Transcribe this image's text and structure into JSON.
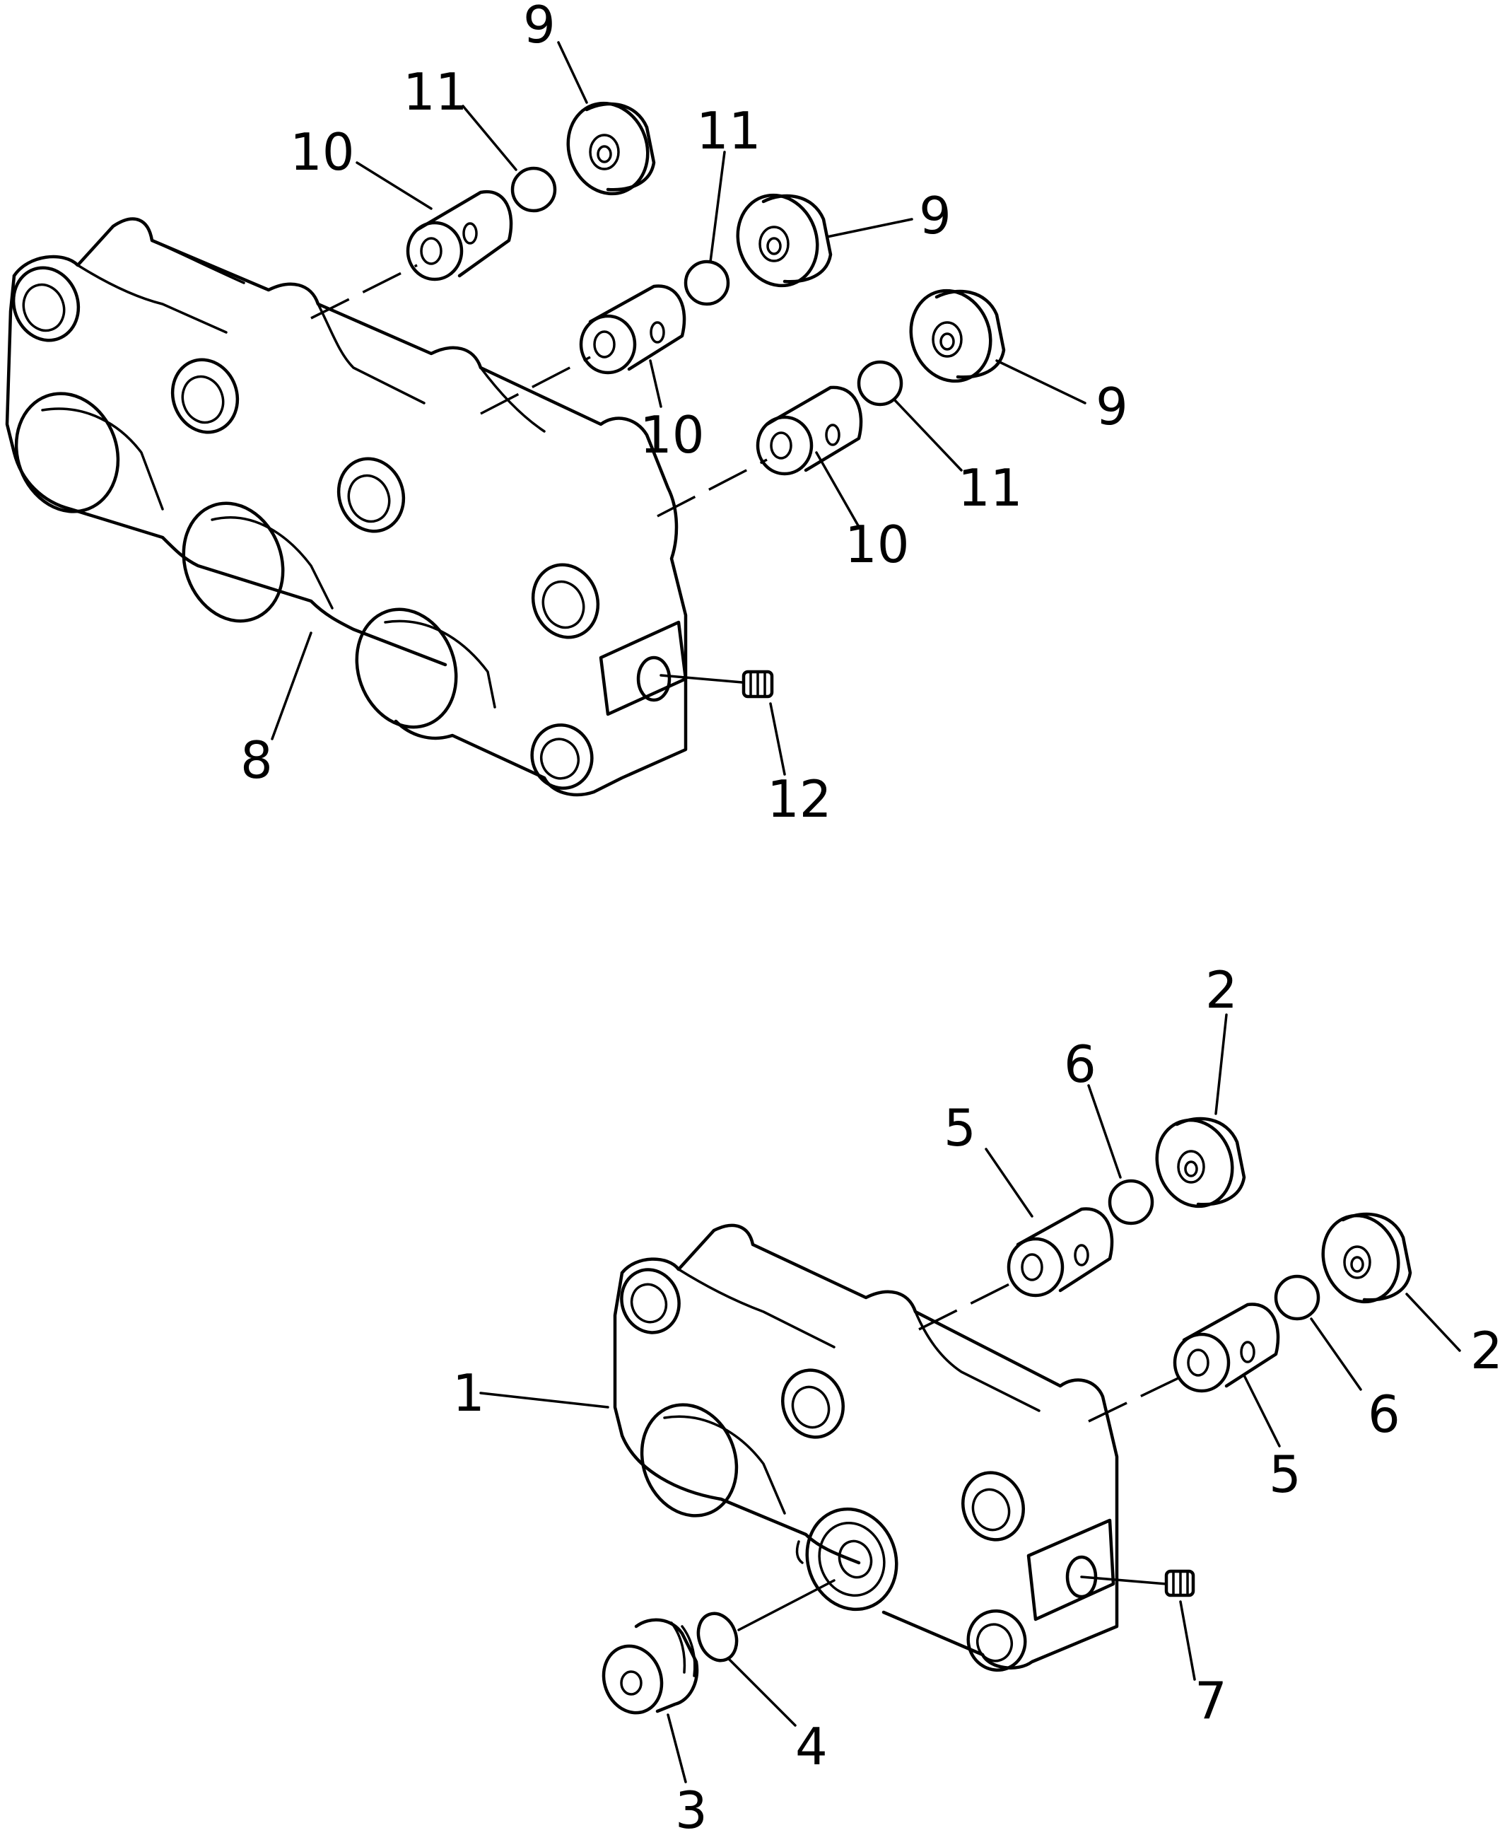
{
  "labels": {
    "upper": {
      "l9a": "9",
      "l11a": "11",
      "l10a": "10",
      "l11b": "11",
      "l9b": "9",
      "l10b": "10",
      "l9c": "9",
      "l11c": "11",
      "l10c": "10",
      "l8": "8",
      "l12": "12"
    },
    "lower": {
      "l2a": "2",
      "l6a": "6",
      "l5a": "5",
      "l2b": "2",
      "l6b": "6",
      "l5b": "5",
      "l1": "1",
      "l7": "7",
      "l4": "4",
      "l3": "3"
    }
  }
}
